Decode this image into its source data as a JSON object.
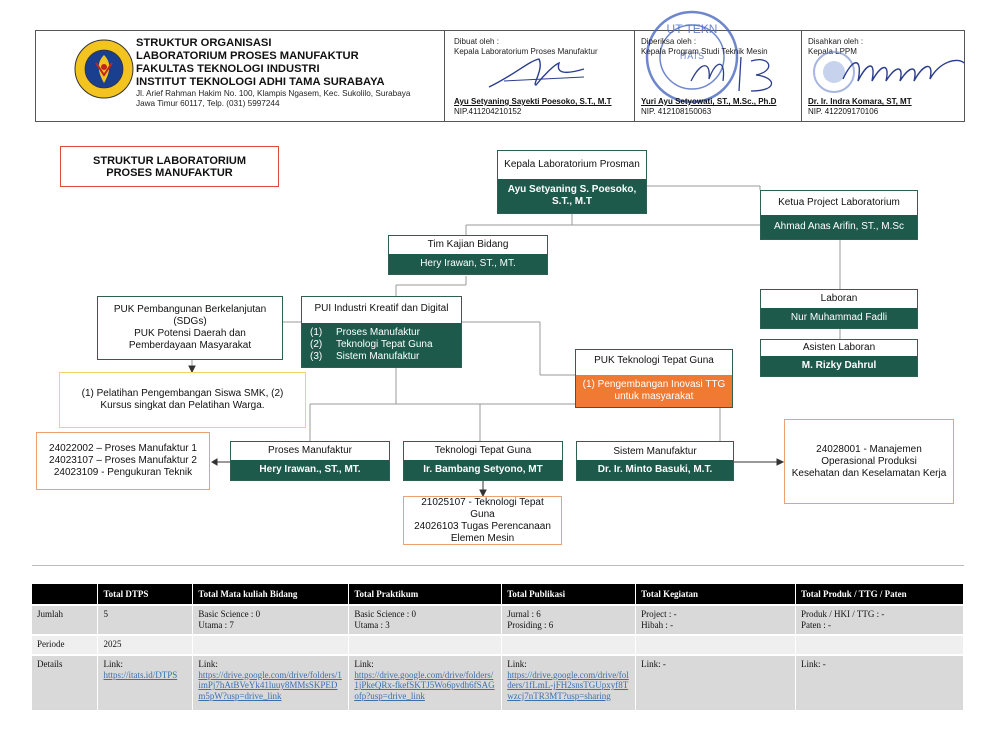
{
  "header": {
    "lines": [
      "STRUKTUR ORGANISASI",
      "LABORATORIUM PROSES MANUFAKTUR",
      "FAKULTAS TEKNOLOGI INDUSTRI",
      "INSTITUT TEKNOLOGI ADHI TAMA SURABAYA"
    ],
    "address1": "Jl. Arief Rahman Hakim No. 100, Klampis Ngasem, Kec. Sukolilo, Surabaya",
    "address2": "Jawa Timur 60117, Telp. (031) 5997244",
    "logo_text": "INSTITUT TEKNOLOGI ADHI TAMA SURABAYA",
    "sign": [
      {
        "label1": "Dibuat oleh :",
        "label2": "Kepala Laboratorium Proses Manufaktur",
        "name": "Ayu Setyaning Sayekti Poesoko, S.T., M.T",
        "nip": "NIP.411204210152"
      },
      {
        "label1": "Diperiksa oleh :",
        "label2": "Kepala Program Studi Teknik Mesin",
        "name": "Yuri Ayu Setyowati, ST., M.Sc., Ph.D",
        "nip": "NIP. 412108150063"
      },
      {
        "label1": "Disahkan oleh :",
        "label2": "Kepala LPPM",
        "name": "Dr. Ir. Indra Komara, ST, MT",
        "nip": "NIP. 412209170106"
      }
    ],
    "stamp_text": "ITATS"
  },
  "chart": {
    "title1": "STRUKTUR LABORATORIUM",
    "title2": "PROSES MANUFAKTUR",
    "kepala": {
      "role": "Kepala Laboratorium Prosman",
      "name": "Ayu Setyaning S. Poesoko, S.T., M.T"
    },
    "ketua_project": {
      "role": "Ketua Project Laboratorium",
      "name": "Ahmad Anas Arifin, ST., M.Sc"
    },
    "tim_kajian": {
      "role": "Tim Kajian Bidang",
      "name": "Hery Irawan, ST., MT."
    },
    "laboran": {
      "role": "Laboran",
      "name": "Nur Muhammad Fadli"
    },
    "asisten": {
      "role": "Asisten Laboran",
      "name": "M. Rizky Dahrul"
    },
    "pui": {
      "role": "PUI Industri Kreatif dan Digital",
      "items": [
        "Proses Manufaktur",
        "Teknologi Tepat Guna",
        "Sistem Manufaktur"
      ],
      "nums": [
        "(1)",
        "(2)",
        "(3)"
      ]
    },
    "puk_pembangunan": {
      "l1": "PUK Pembangunan Berkelanjutan",
      "l2": "(SDGs)",
      "l3": "PUK Potensi Daerah dan",
      "l4": "Pemberdayaan Masyarakat"
    },
    "pelatihan": {
      "l1": "(1) Pelatihan Pengembangan Siswa SMK, (2)",
      "l2": "Kursus singkat dan Pelatihan Warga."
    },
    "puk_ttg": {
      "role": "PUK Teknologi Tepat Guna",
      "desc1": "(1) Pengembangan Inovasi TTG",
      "desc2": "untuk masyarakat"
    },
    "proses": {
      "role": "Proses Manufaktur",
      "name": "Hery Irawan., ST., MT."
    },
    "ttg": {
      "role": "Teknologi Tepat Guna",
      "name": "Ir. Bambang Setyono, MT"
    },
    "sistem": {
      "role": "Sistem Manufaktur",
      "name": "Dr. Ir. Minto Basuki, M.T."
    },
    "mk_proses": [
      "24022002 – Proses Manufaktur 1",
      "24023107 – Proses Manufaktur 2",
      "24023109 - Pengukuran Teknik"
    ],
    "mk_ttg": [
      "21025107 - Teknologi Tepat",
      "Guna",
      "24026103 Tugas Perencanaan",
      "Elemen Mesin"
    ],
    "mk_sistem": [
      "24028001 - Manajemen",
      "Operasional Produksi",
      "Kesehatan dan Keselamatan Kerja"
    ]
  },
  "table": {
    "headers": [
      "",
      "Total DTPS",
      "Total Mata kuliah Bidang",
      "Total Praktikum",
      "Total Publikasi",
      "Total Kegiatan",
      "Total Produk / TTG / Paten"
    ],
    "rows": [
      {
        "label": "Jumlah",
        "cells": [
          [
            "5"
          ],
          [
            "Basic Science : 0",
            "Utama : 7"
          ],
          [
            "Basic Science : 0",
            "Utama : 3"
          ],
          [
            "Jurnal : 6",
            "Prosiding : 6"
          ],
          [
            "Project : -",
            "Hibah : -"
          ],
          [
            "Produk / HKI / TTG : -",
            "Paten : -"
          ]
        ]
      },
      {
        "label": "Periode",
        "cells": [
          [
            "2025"
          ],
          [
            ""
          ],
          [
            ""
          ],
          [
            ""
          ],
          [
            ""
          ],
          [
            ""
          ]
        ]
      },
      {
        "label": "Details",
        "cells": [
          {
            "prefix": "Link:",
            "link": "https://itats.id/DTPS"
          },
          {
            "prefix": "Link:",
            "link": "https://drive.google.com/drive/folders/1imPj7hAtBVeYk41luuy8MMsSKPEDm5pW?usp=drive_link"
          },
          {
            "prefix": "Link:",
            "link": "https://drive.google.com/drive/folders/1jPkeQRx-fkefSKTJ5Wo6pvdh6fSAGofp?usp=drive_link"
          },
          {
            "prefix": "Link:",
            "link": "https://drive.google.com/drive/folders/1fLmL-jFH2snsTGUpxyf8Twzcj7nTR3MT?usp=sharing"
          },
          {
            "prefix": "Link: -",
            "link": ""
          },
          {
            "prefix": "Link: -",
            "link": ""
          }
        ]
      }
    ]
  }
}
